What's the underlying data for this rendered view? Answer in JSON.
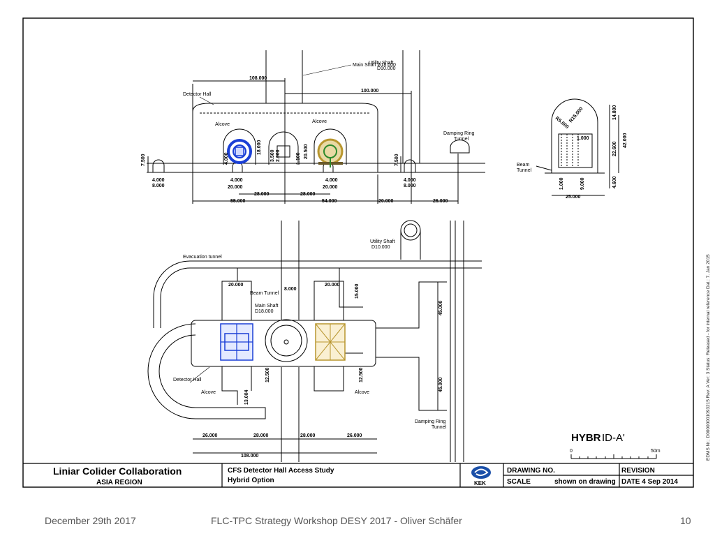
{
  "labels": {
    "main_shaft": "Main Shaft D18.000",
    "utility_shaft_1": "Utility Shaft",
    "utility_shaft_2": "D10.000",
    "detector_hall": "Detector Hall",
    "alcove": "Alcove",
    "damping_ring_1": "Damping Ring",
    "damping_ring_2": "Tunnel",
    "beam_1": "Beam",
    "beam_2": "Tunnel",
    "evacuation_tunnel": "Evacuation tunnel",
    "beam_tunnel": "Beam Tunnel",
    "main_shaft_plan_1": "Main Shaft",
    "main_shaft_plan_2": "D18.000",
    "detector_hall_plan": "Detector Hall",
    "alcove_plan": "Alcove",
    "damping_ring_plan_1": "Damping Ring",
    "damping_ring_plan_2": "Tunnel"
  },
  "dims": {
    "d108_top": "108.000",
    "d100": "100.000",
    "d7500_l": "7.500",
    "d7500_r": "7.500",
    "d4000_a": "4.000",
    "d8000_a": "8.000",
    "d4000_b": "4.000",
    "d20000_a": "20.000",
    "d28000_a": "28.000",
    "d28000_b": "28.000",
    "d4000_c": "4.000",
    "d20000_b": "20.000",
    "d4000_d": "4.000",
    "d8000_b": "8.000",
    "d55000": "55.000",
    "d54000": "54.000",
    "d20000_c": "20.000",
    "d26000_top": "26.000",
    "d18000_v": "18.000",
    "d4000_v": "4.000",
    "d3500_v": "3.500",
    "d2000_v": "2.000",
    "d20500_v": "20.500",
    "d1100_v": "1.100",
    "s_r5000": "R5.000",
    "s_r15000": "R15.000",
    "s_1000": "1.000",
    "s_14800": "14.800",
    "s_42000": "42.000",
    "s_22600": "22.600",
    "s_4600": "4.600",
    "s_1000_b": "1.000",
    "s_9000": "9.000",
    "s_25000": "25.000",
    "p_20000_a": "20.000",
    "p_20000_b": "20.000",
    "p_8000": "8.000",
    "p_15000": "15.000",
    "p_45000_a": "45.000",
    "p_45000_b": "45.000",
    "p_12500_a": "12.500",
    "p_12500_b": "12.500",
    "p_13004": "13.004",
    "p_26000_a": "26.000",
    "p_28000_a": "28.000",
    "p_28000_b": "28.000",
    "p_26000_b": "26.000",
    "p_108000": "108.000"
  },
  "title_block": {
    "org": "Liniar Colider Collaboration",
    "region": "ASIA REGION",
    "study": "CFS Detector Hall Access Study",
    "option": "Hybrid Option",
    "kek": "KEK",
    "drawing_no": "DRAWING NO.",
    "revision": "REVISION",
    "scale": "SCALE",
    "scale_value": "shown on drawing",
    "date": "DATE 4 Sep 2014"
  },
  "hybrid": {
    "bold": "HYBR",
    "rest": "ID-A'",
    "scale_start": "0",
    "scale_end": "50m"
  },
  "edms": "EDMS Nr.: D00000001093215  Rev: A  Ver: 3  Status: Released - for internal reference  Dat.: 7. Jan 2015",
  "footer": {
    "date": "December 29th 2017",
    "event": "FLC-TPC Strategy Workshop DESY 2017 - Oliver Schäfer",
    "page": "10"
  },
  "colors": {
    "ild_detector": "#1a3fd6",
    "sid_detector": "#b8962e",
    "sid_green": "#2c8a2c"
  }
}
